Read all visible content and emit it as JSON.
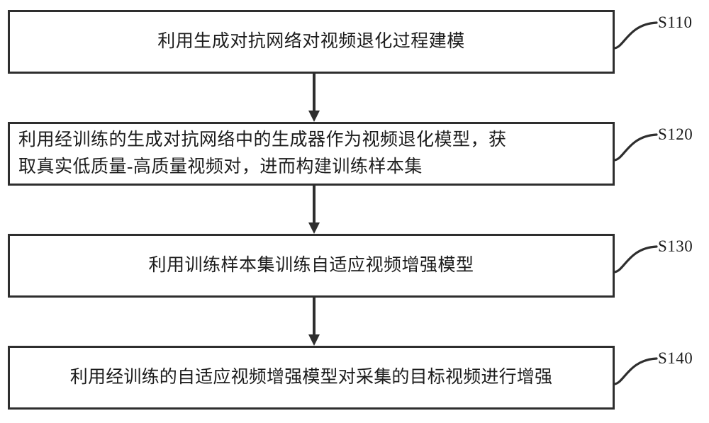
{
  "diagram": {
    "type": "flowchart",
    "orientation": "vertical",
    "background_color": "#ffffff",
    "border_color": "#2e2e2e",
    "text_color": "#1c1c1c",
    "steps": [
      {
        "id": "S110",
        "label": "S110",
        "text": "利用生成对抗网络对视频退化过程建模",
        "align": "center"
      },
      {
        "id": "S120",
        "label": "S120",
        "text": "利用经训练的生成对抗网络中的生成器作为视频退化模型，获\n取真实低质量-高质量视频对，进而构建训练样本集",
        "align": "justify"
      },
      {
        "id": "S130",
        "label": "S130",
        "text": "利用训练样本集训练自适应视频增强模型",
        "align": "center"
      },
      {
        "id": "S140",
        "label": "S140",
        "text": "利用经训练的自适应视频增强模型对采集的目标视频进行增强",
        "align": "center"
      }
    ],
    "connectors": [
      {
        "from": "S110",
        "to": "S120"
      },
      {
        "from": "S120",
        "to": "S130"
      },
      {
        "from": "S130",
        "to": "S140"
      }
    ]
  }
}
